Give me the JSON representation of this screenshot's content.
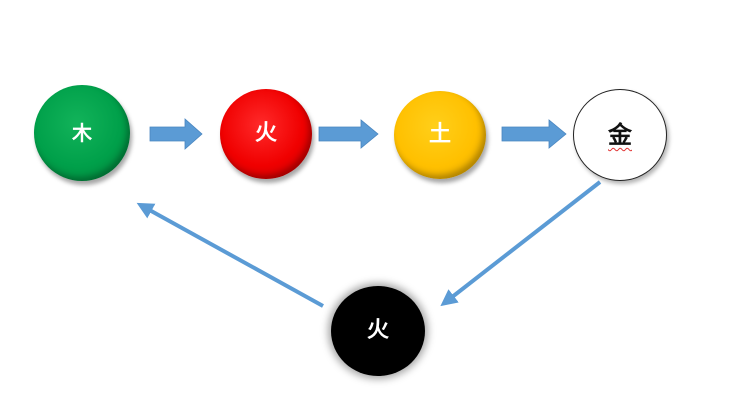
{
  "nodes": {
    "wood": {
      "label": "木",
      "color": "#00A04A"
    },
    "fire": {
      "label": "火",
      "color": "#F00000"
    },
    "earth": {
      "label": "土",
      "color": "#FFC000"
    },
    "metal": {
      "label": "金",
      "color": "#FFFFFF"
    },
    "water": {
      "label": "火",
      "color": "#000000"
    }
  },
  "arrow_color": "#5B9BD5",
  "connections": [
    {
      "from": "wood",
      "to": "fire",
      "style": "block-arrow"
    },
    {
      "from": "fire",
      "to": "earth",
      "style": "block-arrow"
    },
    {
      "from": "earth",
      "to": "metal",
      "style": "block-arrow"
    },
    {
      "from": "metal",
      "to": "water",
      "style": "line-arrow"
    },
    {
      "from": "water",
      "to": "wood",
      "style": "line-arrow"
    }
  ]
}
